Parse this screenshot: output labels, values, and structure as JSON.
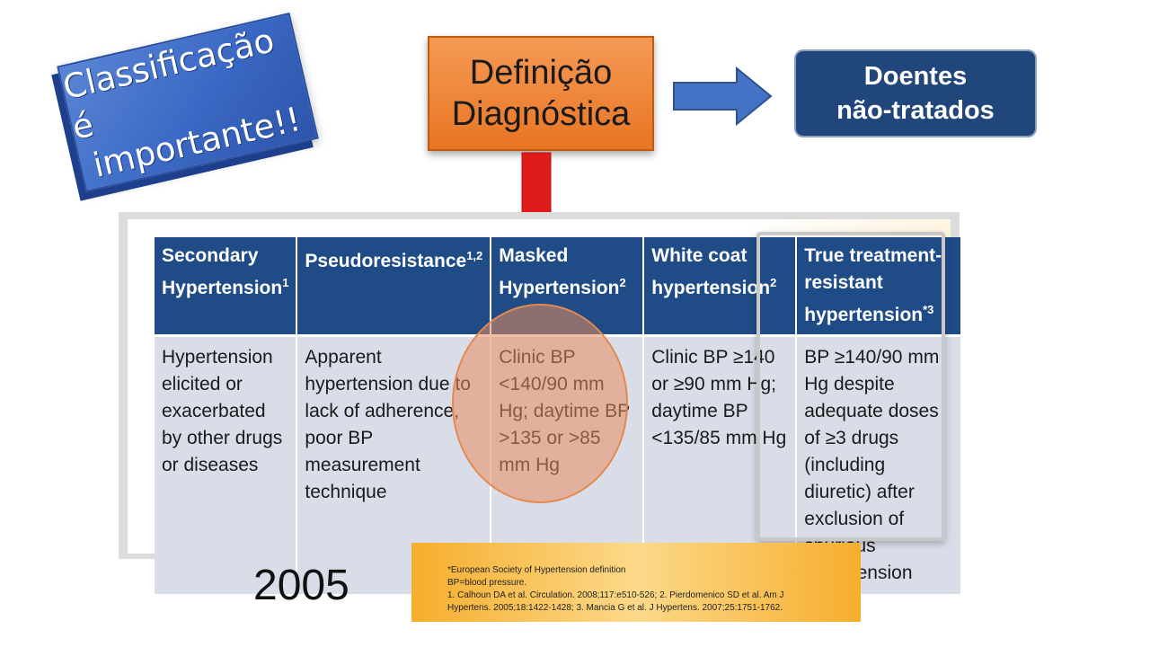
{
  "callout": {
    "line1": "Classificação é",
    "line2": "importante!!"
  },
  "definition_box": {
    "line1": "Definição",
    "line2": "Diagnóstica"
  },
  "doentes_box": {
    "line1": "Doentes",
    "line2": "não-tratados"
  },
  "table": {
    "headers": [
      {
        "text": "Secondary Hypertension",
        "sup": "1"
      },
      {
        "text": "Pseudoresistance",
        "sup": "1,2"
      },
      {
        "text": "Masked Hypertension",
        "sup": "2"
      },
      {
        "text": "White coat hypertension",
        "sup": "2"
      },
      {
        "text": "True treatment-resistant hypertension",
        "sup": "*3"
      }
    ],
    "cells": [
      "Hypertension elicited or exacerbated by other drugs or diseases",
      "Apparent hypertension due to lack of adherence, poor BP measurement technique",
      "Clinic BP <140/90 mm Hg; daytime BP >135 or >85 mm Hg",
      "Clinic BP ≥140 or ≥90 mm Hg; daytime BP <135/85 mm Hg",
      "BP ≥140/90 mm Hg despite adequate doses of ≥3 drugs (including diuretic) after exclusion of spurious hypertension"
    ]
  },
  "year": "2005",
  "references": {
    "line1": "*European Society of Hypertension definition",
    "line2": "BP=blood pressure.",
    "line3": "1. Calhoun DA et al. Circulation. 2008;117:e510-526; 2. Pierdomenico SD et al. Am J",
    "line4": "Hypertens. 2005;18:1422-1428; 3. Mancia G et al. J Hypertens. 2007;25:1751-1762."
  },
  "colors": {
    "callout_blue": "#3a68c4",
    "definition_orange": "#e87523",
    "doentes_navy": "#20467c",
    "arrow_blue": "#4472c4",
    "arrow_red": "#e01b1b",
    "header_navy": "#1f4b87",
    "cell_gray": "#d9dde8",
    "highlight_circle": "#e88c5f",
    "reference_orange": "#f6ae2d"
  }
}
